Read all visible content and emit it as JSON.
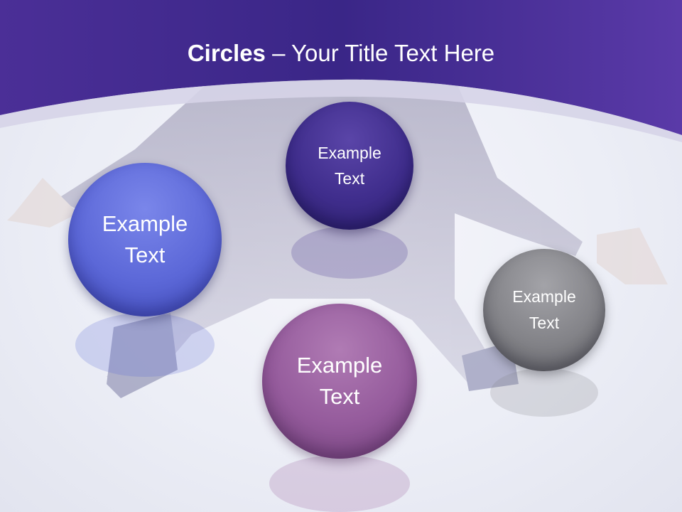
{
  "title": {
    "bold": "Circles",
    "rest": " – Your Title Text Here"
  },
  "colors": {
    "header": "#3b2a86",
    "circle_blue": "#5c68d8",
    "circle_indigo": "#3f2d8c",
    "circle_gray": "#838388",
    "circle_purple": "#955b9c"
  },
  "circles": [
    {
      "line1": "Example",
      "line2": "Text"
    },
    {
      "line1": "Example",
      "line2": "Text"
    },
    {
      "line1": "Example",
      "line2": "Text"
    },
    {
      "line1": "Example",
      "line2": "Text"
    }
  ]
}
